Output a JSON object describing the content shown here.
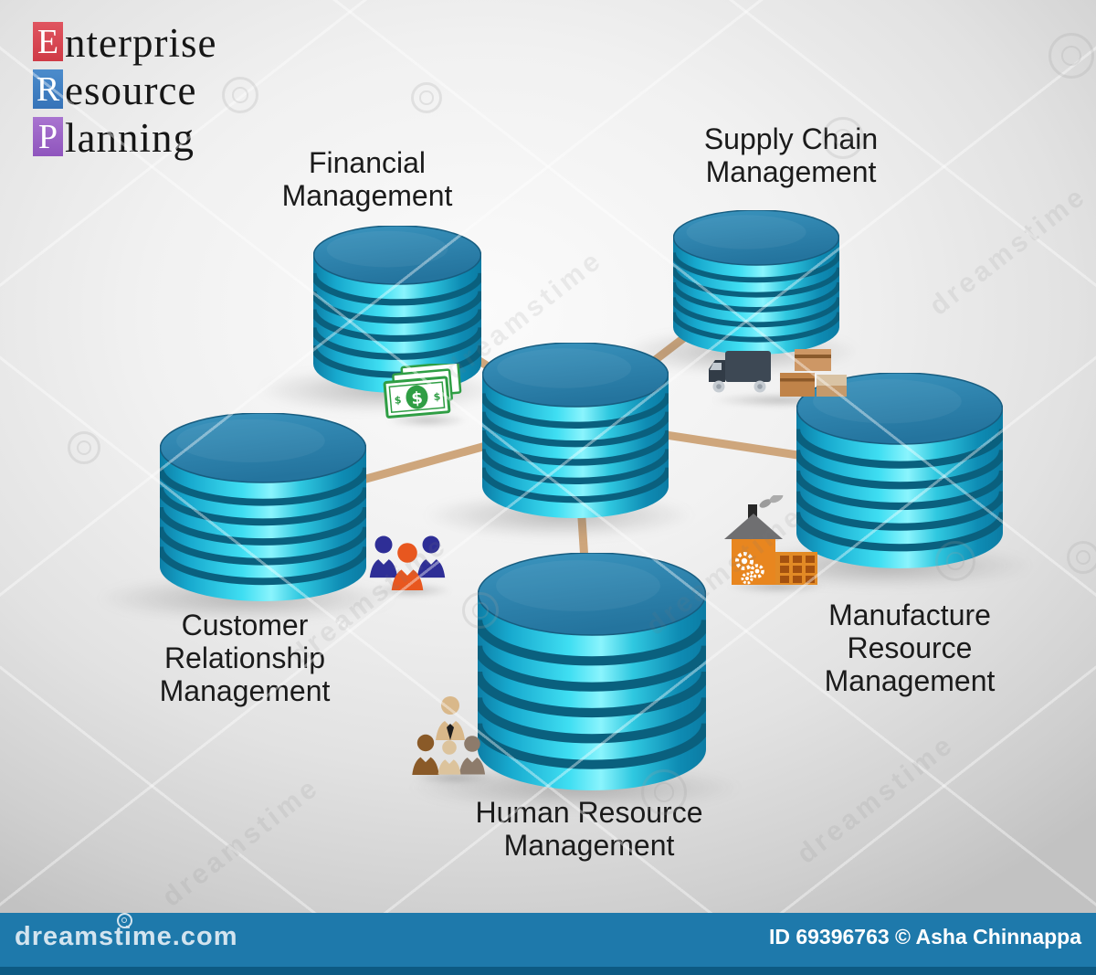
{
  "title": {
    "lines": [
      {
        "initial": "E",
        "rest": "nterprise",
        "box_color": "#d84350"
      },
      {
        "initial": "R",
        "rest": "esource",
        "box_color": "#3b7fc4"
      },
      {
        "initial": "P",
        "rest": "lanning",
        "box_color": "#9c64c8"
      }
    ]
  },
  "diagram": {
    "nodes": [
      {
        "id": "financial",
        "label_lines": [
          "Financial",
          "Management"
        ],
        "icon": "money-icon"
      },
      {
        "id": "supply",
        "label_lines": [
          "Supply Chain",
          "Management"
        ],
        "icon": "truck-boxes-icon"
      },
      {
        "id": "crm",
        "label_lines": [
          "Customer",
          "Relationship",
          "Management"
        ],
        "icon": "customers-icon"
      },
      {
        "id": "manufacture",
        "label_lines": [
          "Manufacture",
          "Resource",
          "Management"
        ],
        "icon": "factory-icon"
      },
      {
        "id": "hrm",
        "label_lines": [
          "Human Resource",
          "Management"
        ],
        "icon": "employees-icon"
      },
      {
        "id": "central",
        "label_lines": [],
        "icon": null
      }
    ],
    "colors": {
      "cylinder_top": "#2c7fa9",
      "cylinder_body_bright": "#3fdef2",
      "cylinder_groove": "#0a607e",
      "connector": "#cea67c"
    }
  },
  "watermark": {
    "ghost_text": "dreamstime"
  },
  "footer": {
    "brand": "dreamstime.com",
    "credit": "ID 69396763 © Asha Chinnappa",
    "bar_color": "#1e79ab"
  }
}
